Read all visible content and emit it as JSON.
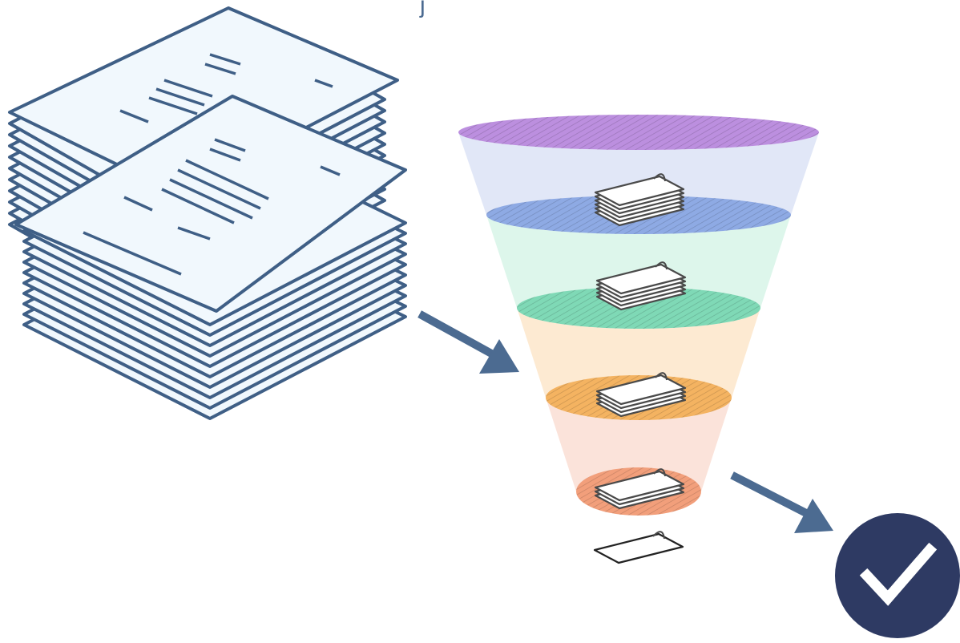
{
  "diagram": {
    "top_glyph": "j",
    "stages": [
      {
        "name": "funnel-level-1",
        "color": "#b07bd9",
        "band_color": "#dfe6f7"
      },
      {
        "name": "funnel-level-2",
        "color": "#7f9fe0",
        "band_color": "#dbf5ea"
      },
      {
        "name": "funnel-level-3",
        "color": "#6fd4ad",
        "band_color": "#fde9d0"
      },
      {
        "name": "funnel-level-4",
        "color": "#f2a94e",
        "band_color": "#fbe1d8"
      },
      {
        "name": "funnel-level-5",
        "color": "#f0936a",
        "band_color": "#ffffff"
      }
    ],
    "colors": {
      "document_stroke": "#3f5f86",
      "document_fill": "#f1f8fd",
      "arrow": "#4c6b91",
      "check_badge": "#2e3a63",
      "check_mark": "#ffffff"
    },
    "icons": [
      "document-stack-icon",
      "funnel-icon",
      "arrow-icon",
      "checkmark-icon"
    ]
  }
}
